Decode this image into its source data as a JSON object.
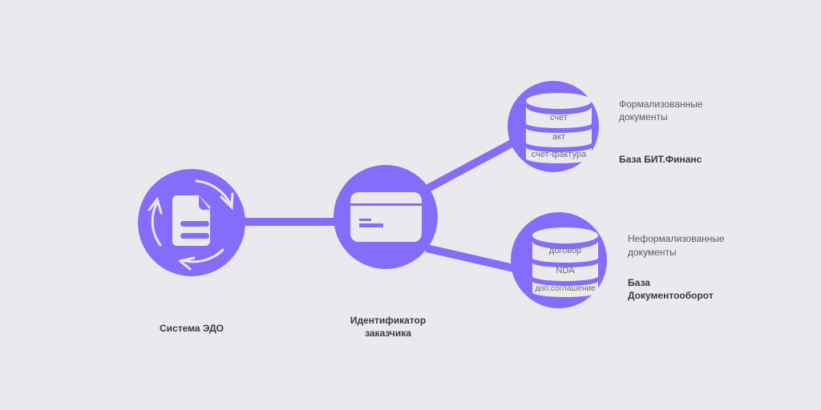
{
  "colors": {
    "accent": "#836efc",
    "background": "#e9eaee",
    "light": "#e9eaee"
  },
  "nodes": {
    "edo": {
      "label": "Система ЭДО",
      "icon": "document-sync-icon"
    },
    "customer_id": {
      "label_line1": "Идентификатор",
      "label_line2": "заказчика",
      "icon": "card-icon"
    },
    "finance": {
      "desc_line1": "Формализованные",
      "desc_line2": "документы",
      "title": "База БИТ.Финанс",
      "items": [
        "счет",
        "акт",
        "счет-фактура"
      ],
      "icon": "database-icon"
    },
    "docflow": {
      "desc_line1": "Неформализованные",
      "desc_line2": "документы",
      "title_line1": "База",
      "title_line2": "Документооборот",
      "items": [
        "договор",
        "NDA",
        "доп.соглашение"
      ],
      "icon": "database-icon"
    }
  }
}
